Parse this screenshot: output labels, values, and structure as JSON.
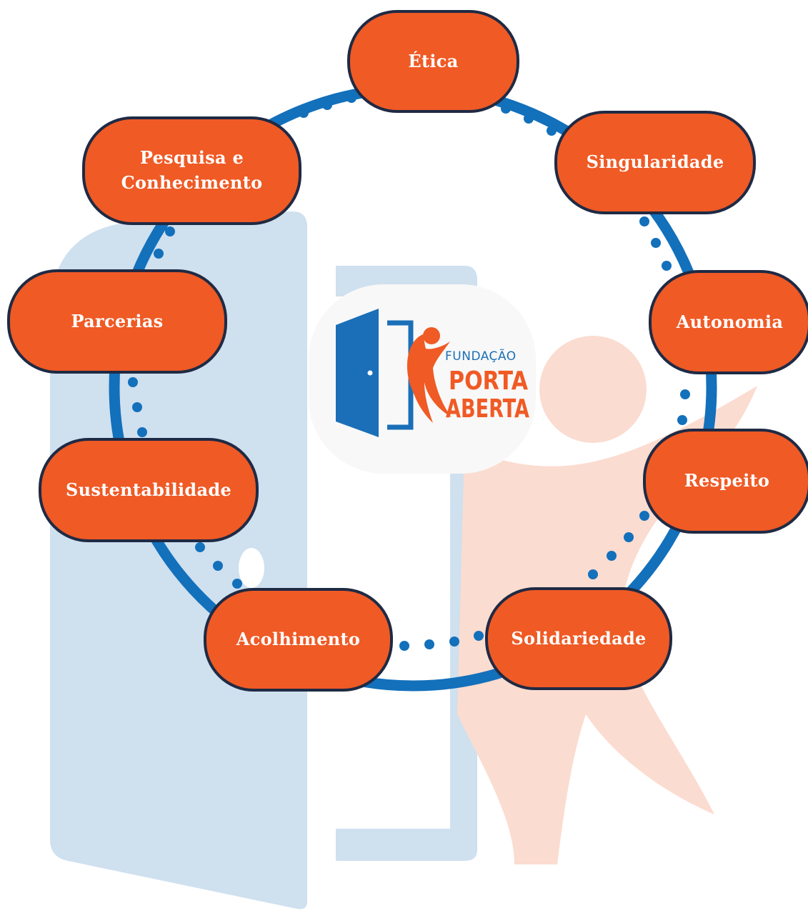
{
  "logo": {
    "kicker": "FUNDAÇÃO",
    "line1": "PORTA",
    "line2": "ABERTA"
  },
  "values": {
    "etica": "Ética",
    "singularidade": "Singularidade",
    "autonomia": "Autonomia",
    "respeito": "Respeito",
    "solidariedade": "Solidariedade",
    "acolhimento": "Acolhimento",
    "sustentabilidade": "Sustentabilidade",
    "parcerias": "Parcerias",
    "pesquisa_l1": "Pesquisa e",
    "pesquisa_l2": "Conhecimento"
  },
  "colors": {
    "ring": "#1370bb",
    "pill": "#ef5a25",
    "pill_border": "#1f2a44",
    "door_light": "#cfe0ef",
    "figure_light": "#fbdcd0",
    "logo_blue": "#1a6fb8",
    "logo_orange": "#f05a24"
  }
}
